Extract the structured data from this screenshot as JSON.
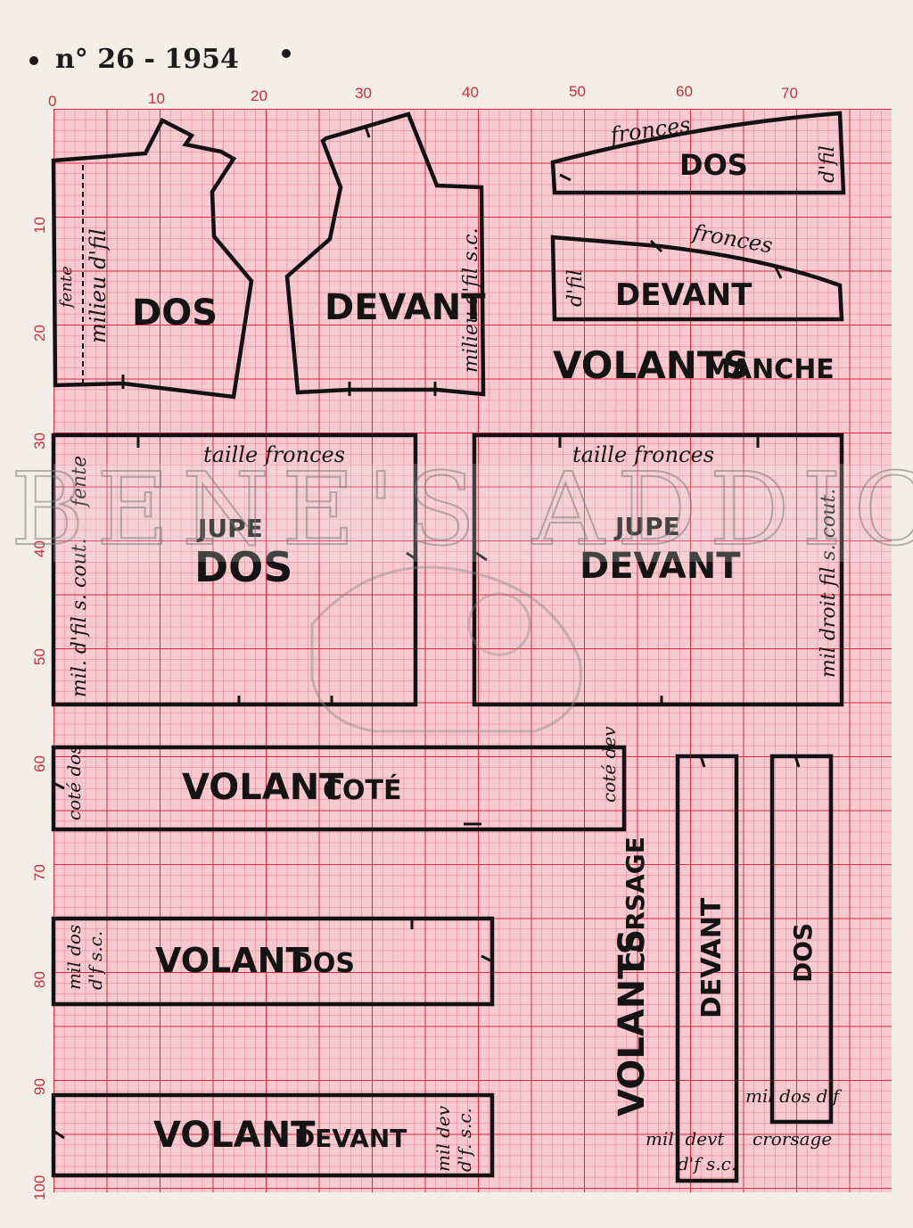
{
  "header": {
    "issue": "n° 26 - 1954"
  },
  "grid": {
    "color_major": "#d8283e",
    "color_minor": "#e8768a",
    "paper_color": "#f7cad0",
    "page_color": "#f3efe6",
    "x_labels": [
      "0",
      "10",
      "20",
      "30",
      "40",
      "50",
      "60",
      "70"
    ],
    "y_labels": [
      "10",
      "20",
      "30",
      "40",
      "50",
      "60",
      "70",
      "80",
      "90",
      "100"
    ]
  },
  "pieces": {
    "bodice_back": {
      "title": "DOS",
      "note_center": "milieu d'fil",
      "note_fente": "fente"
    },
    "bodice_front": {
      "title": "DEVANT",
      "note_center": "milieu d'fil s.c."
    },
    "sleeve_back": {
      "title": "DOS",
      "note_fronces": "fronces",
      "note_dfil": "d'fil"
    },
    "sleeve_front": {
      "title": "DEVANT",
      "note_fronces": "fronces",
      "note_dfil": "d'fil"
    },
    "sleeve_group": {
      "title_big": "VOLANTS",
      "title_small": "MANCHE"
    },
    "skirt_back": {
      "title_small": "JUPE",
      "title_big": "DOS",
      "note_top": "taille fronces",
      "note_side": "mil. d'fil s. cout.",
      "note_fente": "fente"
    },
    "skirt_front": {
      "title_small": "JUPE",
      "title_big": "DEVANT",
      "note_top": "taille fronces",
      "note_side": "mil droit fil s. cout."
    },
    "flounce_side": {
      "title_big": "VOLANT",
      "title_small": "COTÉ",
      "note_left": "coté dos",
      "note_right": "coté dev"
    },
    "flounce_back": {
      "title_big": "VOLANT",
      "title_small": "DOS",
      "note_left_1": "mil dos",
      "note_left_2": "d'f s.c."
    },
    "flounce_front": {
      "title_big": "VOLANT",
      "title_small": "DEVANT",
      "note_right_1": "mil dev",
      "note_right_2": "d'f. s.c."
    },
    "bodice_group": {
      "title_big": "VOLANTS",
      "title_small": "CORSAGE"
    },
    "strip_front": {
      "title": "DEVANT",
      "note_1": "mil. devt",
      "note_2": "d'f s.c."
    },
    "strip_back": {
      "title": "DOS",
      "note_1": "mil dos d'f",
      "note_2": "crorsage"
    }
  },
  "watermark": {
    "text": "BENE'S ADDICT"
  }
}
